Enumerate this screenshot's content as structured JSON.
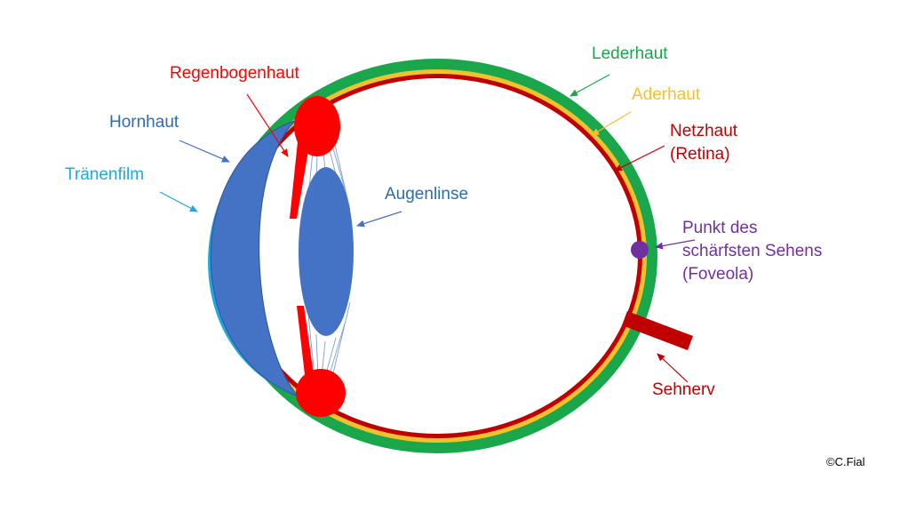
{
  "colors": {
    "sclera": "#1aa64b",
    "choroid": "#f2c12e",
    "retina": "#c00000",
    "iris": "#ff0000",
    "cornea": "#4472c4",
    "tear_film": "#1fa8e0",
    "lens": "#4472c4",
    "fovea": "#7030a0"
  },
  "labels": {
    "lederhaut": "Lederhaut",
    "aderhaut": "Aderhaut",
    "netzhaut_1": "Netzhaut",
    "netzhaut_2": "(Retina)",
    "regenbogenhaut": "Regenbogenhaut",
    "hornhaut": "Hornhaut",
    "traenenfilm": "Tränenfilm",
    "augenlinse": "Augenlinse",
    "punkt_1": "Punkt des",
    "punkt_2": "schärfsten Sehens",
    "punkt_3": "(Foveola)",
    "sehnerv": "Sehnerv"
  },
  "copyright": "©C.Fial"
}
